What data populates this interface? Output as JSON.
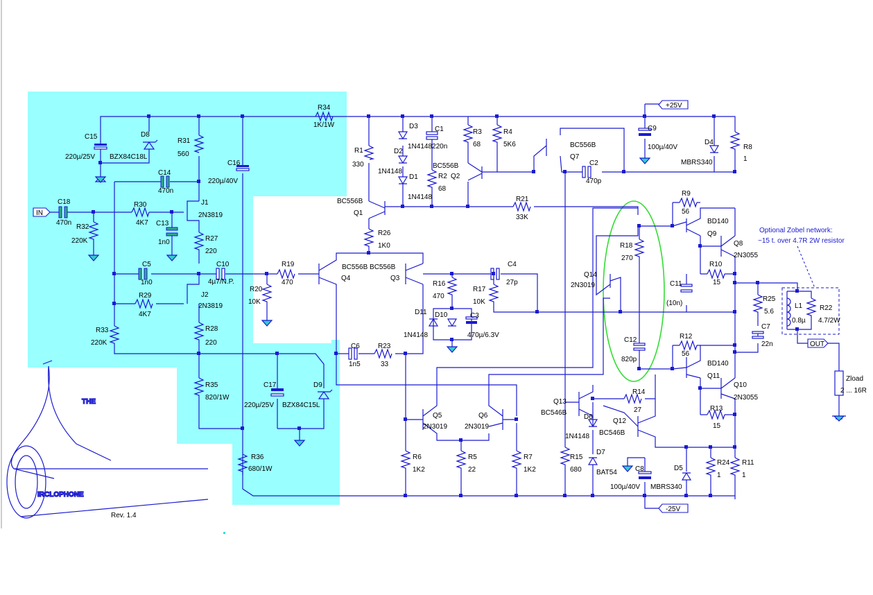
{
  "labels": {
    "in": "IN",
    "c18": [
      "C18",
      "470n"
    ],
    "r32": [
      "R32",
      "220K"
    ],
    "r30": [
      "R30",
      "4K7"
    ],
    "c13": [
      "C13",
      "1n0"
    ],
    "j1": [
      "J1",
      "2N3819"
    ],
    "r31": [
      "R31",
      "560"
    ],
    "r27": [
      "R27",
      "220"
    ],
    "c14": [
      "C14",
      "470n"
    ],
    "c15": [
      "C15",
      "220µ/25V"
    ],
    "d8": [
      "D8",
      "BZX84C18L"
    ],
    "c16": [
      "C16",
      "220µ/40V"
    ],
    "r34": [
      "R34",
      "1K/1W"
    ],
    "c10": [
      "C10",
      "4µ7/N.P."
    ],
    "c5": [
      "C5",
      "1n0"
    ],
    "r29": [
      "R29",
      "4K7"
    ],
    "j2": [
      "J2",
      "2N3819"
    ],
    "r28": [
      "R28",
      "220"
    ],
    "r33": [
      "R33",
      "220K"
    ],
    "r35": [
      "R35",
      "820/1W"
    ],
    "c17": [
      "C17",
      "220µ/25V"
    ],
    "d9": [
      "D9",
      "BZX84C15L"
    ],
    "r36": [
      "R36",
      "680/1W"
    ],
    "r1": [
      "R1",
      "330"
    ],
    "d3": "D3",
    "c1": [
      "C1",
      "1N4148220n"
    ],
    "d2": [
      "D2",
      "1N4148"
    ],
    "d1": [
      "D1",
      "1N4148"
    ],
    "r2": [
      "BC556B",
      "R2",
      "68"
    ],
    "q2": "Q2",
    "r3": [
      "R3",
      "68"
    ],
    "r4": [
      "R4",
      "5K6"
    ],
    "q7": [
      "BC556B",
      "Q7"
    ],
    "c2": [
      "C2",
      "470p"
    ],
    "c9": [
      "C9",
      "100µ/40V"
    ],
    "d4": [
      "D4",
      "MBRS340"
    ],
    "r8": [
      "R8",
      "1"
    ],
    "vpos": "+25V",
    "q1": [
      "BC556B",
      "Q1"
    ],
    "r26": [
      "R26",
      "1K0"
    ],
    "r21": [
      "R21",
      "33K"
    ],
    "q4q3": "BC556B BC556B",
    "q4": "Q4",
    "q3": "Q3",
    "r19": [
      "R19",
      "470"
    ],
    "r20": [
      "R20",
      "10K"
    ],
    "r16": [
      "R16",
      "470"
    ],
    "d11": "D11",
    "d10": "D10",
    "c3": [
      "C3",
      "470µ/6.3V"
    ],
    "d1011": "1N4148",
    "c4": [
      "C4",
      "27p"
    ],
    "r17": [
      "R17",
      "10K"
    ],
    "c6": [
      "C6",
      "1n5"
    ],
    "r23": [
      "R23",
      "33"
    ],
    "r9": [
      "R9",
      "56"
    ],
    "q9": [
      "BD140",
      "Q9"
    ],
    "q8": [
      "Q8",
      "2N3055"
    ],
    "r10": [
      "R10",
      "15"
    ],
    "r18": [
      "R18",
      "270"
    ],
    "q14": [
      "Q14",
      "2N3019"
    ],
    "c11": [
      "C11",
      "(10n)"
    ],
    "c12": [
      "C12",
      "820p"
    ],
    "r12": [
      "R12",
      "56"
    ],
    "q11": [
      "BD140",
      "Q11"
    ],
    "q10": [
      "Q10",
      "2N3055"
    ],
    "r13": [
      "R13",
      "15"
    ],
    "r14": [
      "R14",
      "27"
    ],
    "q12": [
      "Q12",
      "BC546B"
    ],
    "q13": [
      "Q13",
      "BC546B"
    ],
    "d6": [
      "D6",
      "1N4148"
    ],
    "d7": [
      "D7",
      "BAT54"
    ],
    "c8": [
      "C8",
      "100µ/40V"
    ],
    "d5": [
      "D5",
      "MBRS340"
    ],
    "r24": [
      "R24",
      "1"
    ],
    "r11": [
      "R11",
      "1"
    ],
    "r15": [
      "R15",
      "680"
    ],
    "vneg": "-25V",
    "q5": [
      "Q5",
      "2N3019"
    ],
    "q6": [
      "Q6",
      "2N3019"
    ],
    "r5": [
      "R5",
      "22"
    ],
    "r6": [
      "R6",
      "1K2"
    ],
    "r7": [
      "R7",
      "1K2"
    ],
    "zobel_note": [
      "Optional Zobel network:",
      "~15 t. over 4.7R 2W resistor"
    ],
    "r25": [
      "R25",
      "5.6"
    ],
    "c7": [
      "C7",
      "22n"
    ],
    "l1": [
      "L1",
      "0.8µ"
    ],
    "r22": [
      "R22",
      "4.7/2W"
    ],
    "out": "OUT",
    "zload": [
      "Zload",
      "2 ... 16R"
    ]
  },
  "logo": {
    "the": "THE",
    "name": "IRCLOPHONE",
    "rev": "Rev. 1.4"
  },
  "colors": {
    "wire": "#1a1ad0",
    "highlight": "#99ffff",
    "ellipse": "#33dd33"
  }
}
